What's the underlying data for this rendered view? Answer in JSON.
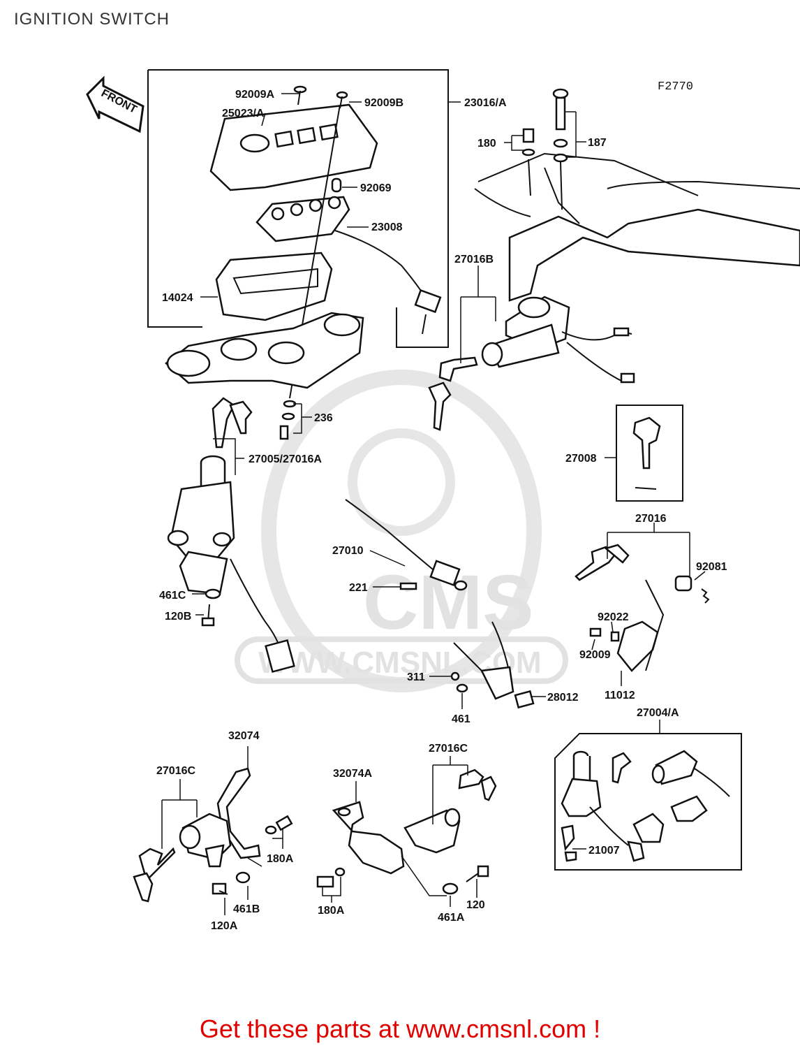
{
  "header": {
    "title": "IGNITION SWITCH"
  },
  "figure_code": "F2770",
  "front_arrow_label": "FRONT",
  "watermark": {
    "brand": "CMS",
    "url": "WWW.CMSNL.COM"
  },
  "labels": {
    "p92009A": "92009A",
    "p92009B": "92009B",
    "p23016A": "23016/A",
    "p25023A": "25023/A",
    "p92069": "92069",
    "p23008": "23008",
    "p14024": "14024",
    "p180": "180",
    "p187": "187",
    "p27016B": "27016B",
    "p236": "236",
    "p27005": "27005/27016A",
    "p27008": "27008",
    "p27016": "27016",
    "p92081": "92081",
    "p27010": "27010",
    "p221": "221",
    "p461C": "461C",
    "p120B": "120B",
    "p92022": "92022",
    "p92009": "92009",
    "p11012": "11012",
    "p311": "311",
    "p461": "461",
    "p28012": "28012",
    "p27004A": "27004/A",
    "p32074": "32074",
    "p27016C_left": "27016C",
    "p32074A": "32074A",
    "p27016C_mid": "27016C",
    "p180A_left": "180A",
    "p461B": "461B",
    "p120A": "120A",
    "p180A_mid": "180A",
    "p461A": "461A",
    "p120": "120",
    "p21007": "21007"
  },
  "footer": {
    "text": "Get these parts at www.cmsnl.com !"
  }
}
